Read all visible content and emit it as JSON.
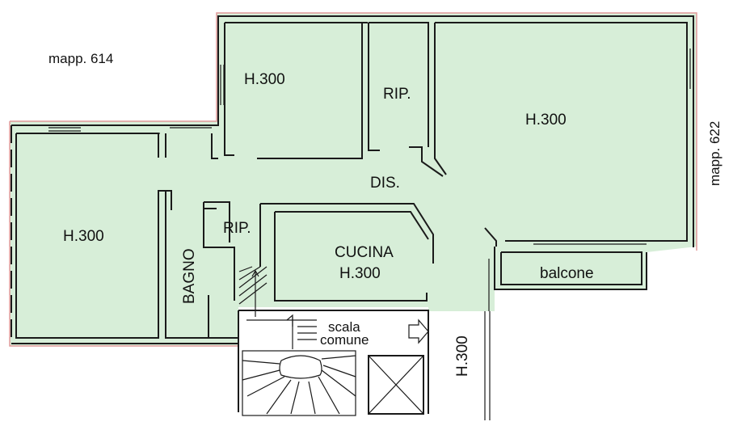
{
  "colors": {
    "floor": "#d7eed8",
    "wall": "#1a1a1a",
    "boundary": "#e29a9a",
    "background": "#ffffff"
  },
  "labels": {
    "neighbor_left": "mapp. 614",
    "neighbor_right": "mapp. 622",
    "room_top_left": "H.300",
    "storage_top": "RIP.",
    "room_top_right": "H.300",
    "corridor": "DIS.",
    "room_left": "H.300",
    "bathroom": "BAGNO",
    "storage_small": "RIP.",
    "kitchen_name": "CUCINA",
    "kitchen_height": "H.300",
    "balcony": "balcone",
    "stair_line1": "scala",
    "stair_line2": "comune",
    "height_vertical": "H.300"
  }
}
